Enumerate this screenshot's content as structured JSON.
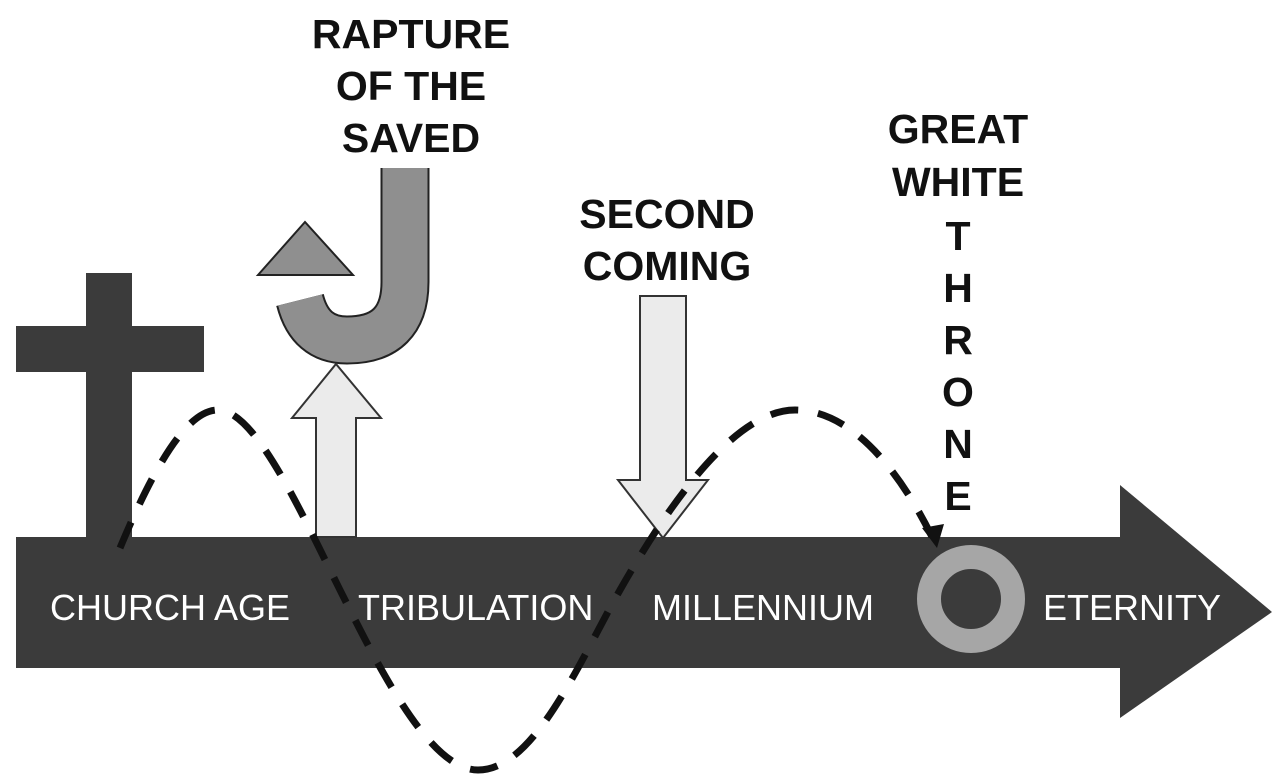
{
  "timeline": {
    "labels": {
      "church_age": "CHURCH AGE",
      "tribulation": "TRIBULATION",
      "millennium": "MILLENNIUM",
      "eternity": "ETERNITY"
    }
  },
  "events": {
    "rapture": {
      "line1": "RAPTURE",
      "line2": "OF THE",
      "line3": "SAVED"
    },
    "second_coming": {
      "line1": "SECOND",
      "line2": "COMING"
    },
    "great_white_throne": {
      "line1": "GREAT",
      "line2": "WHITE",
      "throne_letters": [
        "T",
        "H",
        "R",
        "O",
        "N",
        "E"
      ]
    }
  },
  "colors": {
    "timeline_bar": "#3b3b3b",
    "cross": "#3b3b3b",
    "rapture_hook": "#8f8f8f",
    "light_arrow": "#ebebeb",
    "ring": "#a6a6a6",
    "text_dark": "#111111",
    "text_light": "#ffffff"
  }
}
